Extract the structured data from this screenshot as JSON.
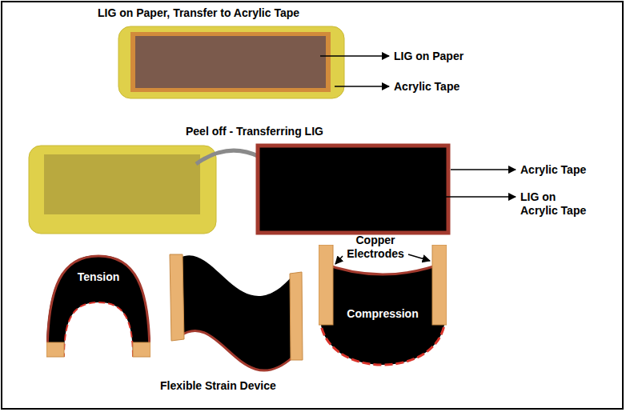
{
  "diagram": {
    "title": "LIG on Paper, Transfer to Acrylic Tape",
    "caption": "Flexible Strain Device",
    "nodes": [
      {
        "text": [
          "Tension"
        ]
      },
      {
        "text": [
          "Compression"
        ]
      }
    ],
    "labels": [
      "LIG on Paper",
      "Acrylic Tape",
      "Peel off - Transferring LIG",
      "Acrylic Tape",
      "LIG on Acrylic Tape",
      "Copper Electrodes"
    ]
  }
}
